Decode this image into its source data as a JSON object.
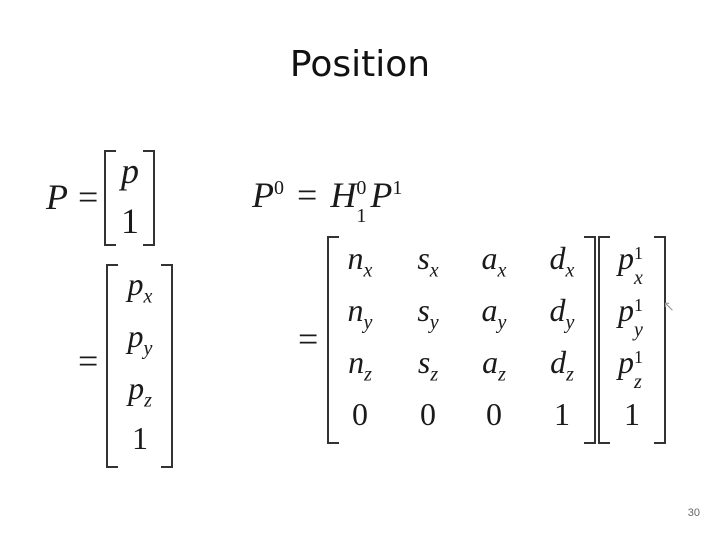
{
  "slide": {
    "title": "Position",
    "page_number": "30"
  },
  "equation1": {
    "lhs": "P",
    "eq": "=",
    "vector": [
      "p",
      "1"
    ]
  },
  "equation1b": {
    "eq": "=",
    "vector": [
      {
        "base": "p",
        "sub": "x"
      },
      {
        "base": "p",
        "sub": "y"
      },
      {
        "base": "p",
        "sub": "z"
      },
      {
        "base": "1",
        "sub": ""
      }
    ]
  },
  "equation2": {
    "lhs_base": "P",
    "lhs_sup": "0",
    "eq": "=",
    "h_base": "H",
    "h_sub": "1",
    "h_sup": "0",
    "p_base": "P",
    "p_sup": "1"
  },
  "equation2b": {
    "eq": "=",
    "matrix": [
      [
        {
          "base": "n",
          "sub": "x"
        },
        {
          "base": "s",
          "sub": "x"
        },
        {
          "base": "a",
          "sub": "x"
        },
        {
          "base": "d",
          "sub": "x"
        }
      ],
      [
        {
          "base": "n",
          "sub": "y"
        },
        {
          "base": "s",
          "sub": "y"
        },
        {
          "base": "a",
          "sub": "y"
        },
        {
          "base": "d",
          "sub": "y"
        }
      ],
      [
        {
          "base": "n",
          "sub": "z"
        },
        {
          "base": "s",
          "sub": "z"
        },
        {
          "base": "a",
          "sub": "z"
        },
        {
          "base": "d",
          "sub": "z"
        }
      ],
      [
        {
          "base": "0",
          "sub": ""
        },
        {
          "base": "0",
          "sub": ""
        },
        {
          "base": "0",
          "sub": ""
        },
        {
          "base": "1",
          "sub": ""
        }
      ]
    ],
    "vector": [
      {
        "base": "p",
        "sub": "x",
        "sup": "1"
      },
      {
        "base": "p",
        "sub": "y",
        "sup": "1"
      },
      {
        "base": "p",
        "sub": "z",
        "sup": "1"
      },
      {
        "base": "1",
        "sub": "",
        "sup": ""
      }
    ]
  },
  "icons": {
    "cursor": "mouse-pointer-icon"
  }
}
